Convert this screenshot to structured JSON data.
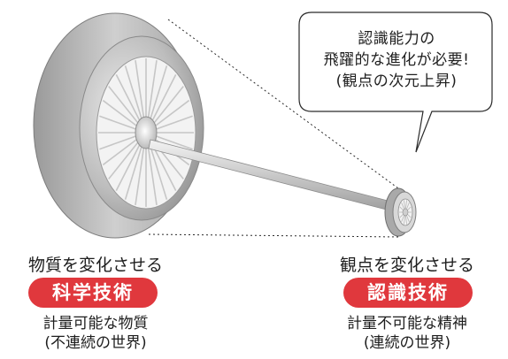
{
  "bubble": {
    "line1": "認識能力の",
    "line2": "飛躍的な進化が必要!",
    "line3": "(観点の次元上昇)"
  },
  "left": {
    "caption": "物質を変化させる",
    "badge": "科学技術",
    "sub1": "計量可能な物質",
    "sub2": "(不連続の世界)"
  },
  "right": {
    "caption": "観点を変化させる",
    "badge": "認識技術",
    "sub1": "計量不可能な精神",
    "sub2": "(連続の世界)"
  },
  "colors": {
    "badge": "#e0383d",
    "wheel": "#c9c9c9"
  }
}
